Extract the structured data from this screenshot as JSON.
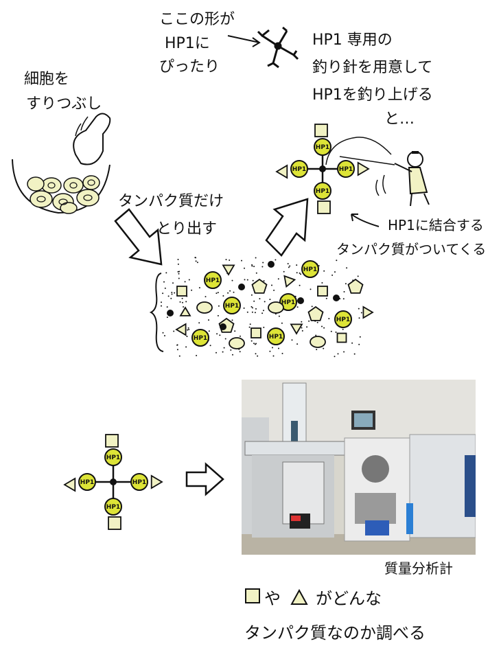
{
  "notes": {
    "shape_fit": [
      "ここの形が",
      "HP1に",
      "ぴったり"
    ],
    "hook": [
      "HP1 専用の",
      "釣り針を用意して",
      "HP1を釣り上げる",
      "と…"
    ],
    "crush": [
      "細胞を",
      "すりつぶし"
    ],
    "extract": [
      "タンパク質だけ",
      "とり出す"
    ],
    "binding": [
      "HP1に結合する",
      "タンパク質がついてくる"
    ],
    "instrument_caption": "質量分析計",
    "analyze": [
      "□や△がどんな",
      "タンパク質なのか調べる"
    ]
  },
  "labels": {
    "hp1": "HP1"
  },
  "colors": {
    "hp1_fill": "#dde437",
    "protein_fill": "#f1f2c4",
    "outline": "#111111"
  }
}
